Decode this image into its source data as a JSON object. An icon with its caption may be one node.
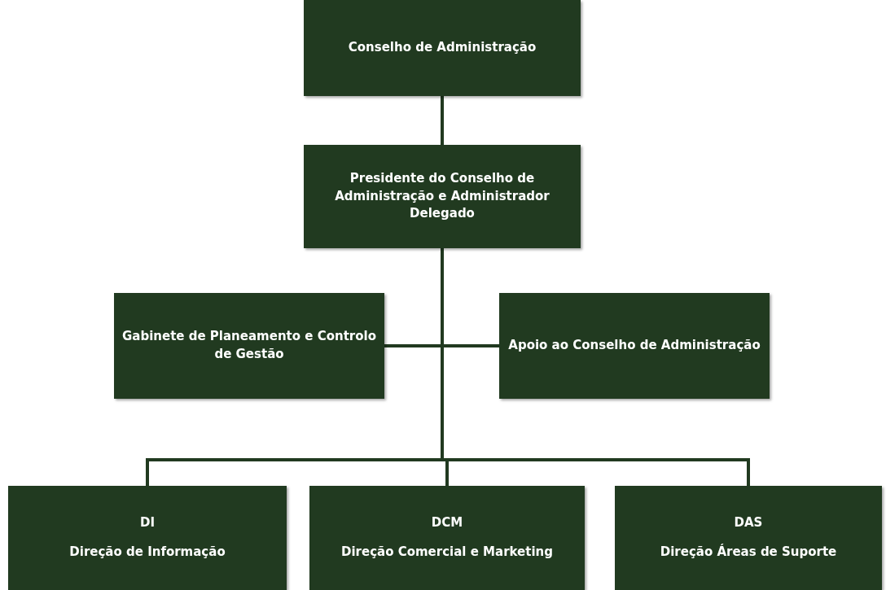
{
  "diagram": {
    "nodes": [
      {
        "text": [
          "Conselho de Administração"
        ]
      },
      {
        "text": [
          "Presidente do Conselho de Administração e Administrador Delegado"
        ]
      },
      {
        "text": [
          "Gabinete de Planeamento e Controlo de Gestão"
        ]
      },
      {
        "text": [
          "Apoio ao Conselho de Administração"
        ]
      },
      {
        "text": [
          "DI",
          "Direção de Informação"
        ]
      },
      {
        "text": [
          "DCM",
          "Direção Comercial e Marketing"
        ]
      },
      {
        "text": [
          "DAS",
          "Direção Áreas de Suporte"
        ]
      }
    ],
    "edges": [
      {
        "from": 0,
        "to": 1,
        "arrow": "none"
      },
      {
        "from": 1,
        "to": 2,
        "arrow": "none"
      },
      {
        "from": 1,
        "to": 3,
        "arrow": "none"
      },
      {
        "from": 1,
        "to": 4,
        "arrow": "none"
      },
      {
        "from": 1,
        "to": 5,
        "arrow": "none"
      },
      {
        "from": 1,
        "to": 6,
        "arrow": "none"
      }
    ]
  }
}
